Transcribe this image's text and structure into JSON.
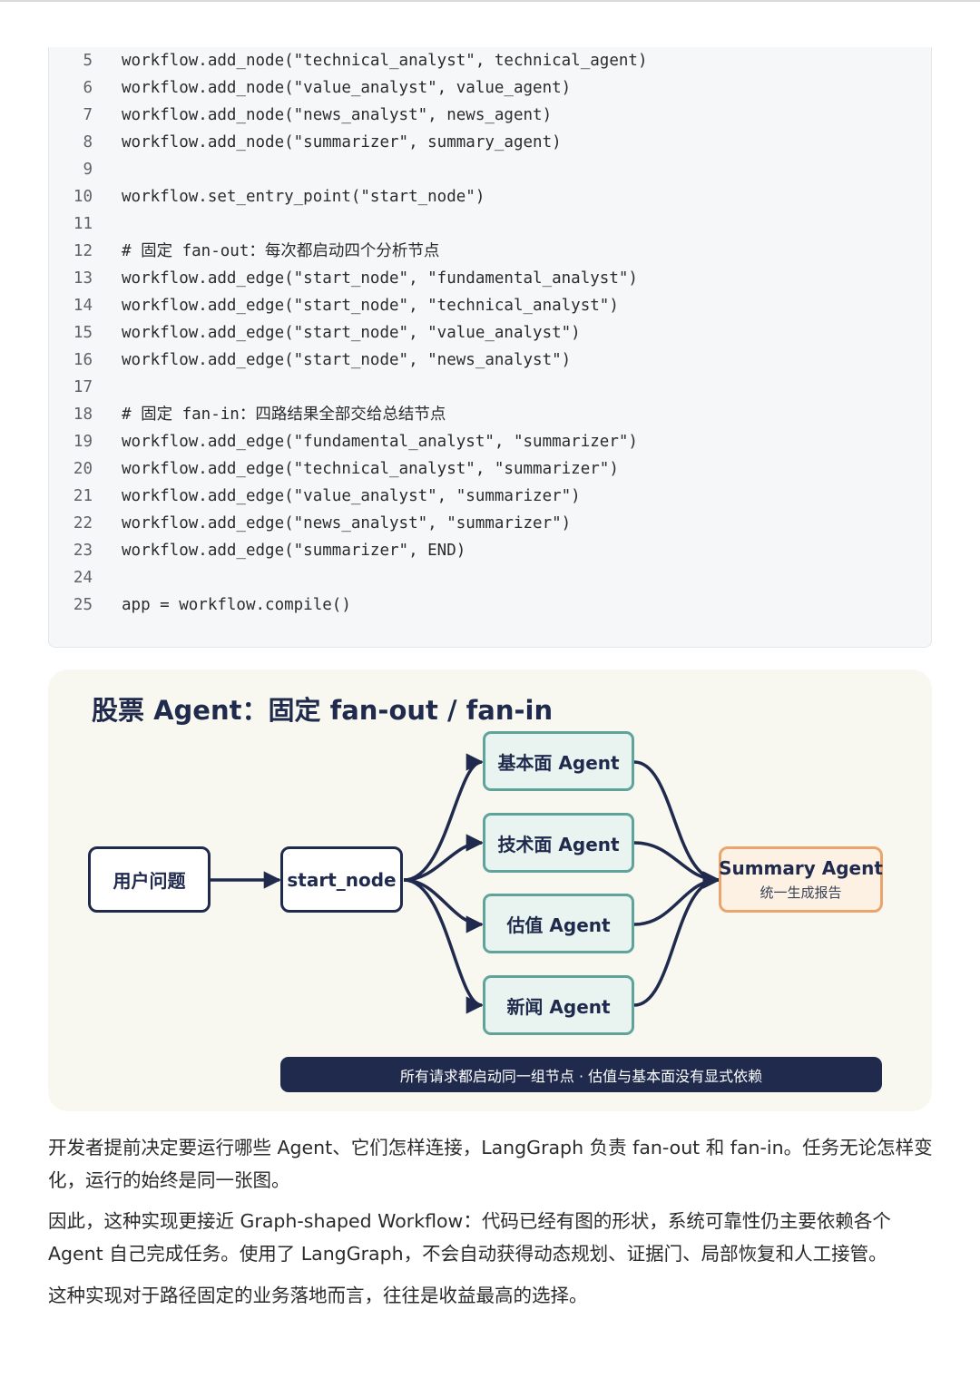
{
  "code": {
    "lines": [
      {
        "n": "5",
        "text": "workflow.add_node(\"technical_analyst\", technical_agent)"
      },
      {
        "n": "6",
        "text": "workflow.add_node(\"value_analyst\", value_agent)"
      },
      {
        "n": "7",
        "text": "workflow.add_node(\"news_analyst\", news_agent)"
      },
      {
        "n": "8",
        "text": "workflow.add_node(\"summarizer\", summary_agent)"
      },
      {
        "n": "9",
        "text": ""
      },
      {
        "n": "10",
        "text": "workflow.set_entry_point(\"start_node\")"
      },
      {
        "n": "11",
        "text": ""
      },
      {
        "n": "12",
        "text": "# 固定 fan-out：每次都启动四个分析节点"
      },
      {
        "n": "13",
        "text": "workflow.add_edge(\"start_node\", \"fundamental_analyst\")"
      },
      {
        "n": "14",
        "text": "workflow.add_edge(\"start_node\", \"technical_analyst\")"
      },
      {
        "n": "15",
        "text": "workflow.add_edge(\"start_node\", \"value_analyst\")"
      },
      {
        "n": "16",
        "text": "workflow.add_edge(\"start_node\", \"news_analyst\")"
      },
      {
        "n": "17",
        "text": ""
      },
      {
        "n": "18",
        "text": "# 固定 fan-in：四路结果全部交给总结节点"
      },
      {
        "n": "19",
        "text": "workflow.add_edge(\"fundamental_analyst\", \"summarizer\")"
      },
      {
        "n": "20",
        "text": "workflow.add_edge(\"technical_analyst\", \"summarizer\")"
      },
      {
        "n": "21",
        "text": "workflow.add_edge(\"value_analyst\", \"summarizer\")"
      },
      {
        "n": "22",
        "text": "workflow.add_edge(\"news_analyst\", \"summarizer\")"
      },
      {
        "n": "23",
        "text": "workflow.add_edge(\"summarizer\", END)"
      },
      {
        "n": "24",
        "text": ""
      },
      {
        "n": "25",
        "text": "app = workflow.compile()"
      }
    ]
  },
  "diagram": {
    "title": "股票 Agent：固定 fan-out / fan-in",
    "nodes": {
      "user": "用户问题",
      "start": "start_node",
      "fundamental": "基本面 Agent",
      "technical": "技术面 Agent",
      "value": "估值 Agent",
      "news": "新闻 Agent",
      "summary": "Summary Agent",
      "summary_sub": "统一生成报告"
    },
    "banner": "所有请求都启动同一组节点 · 估值与基本面没有显式依赖",
    "colors": {
      "navy": "#1f2a4d",
      "teal": "#5fa49b",
      "teal_fill": "#e9f4f1",
      "orange": "#e9a56d",
      "orange_fill": "#fdf1e4",
      "panel": "#f8f8f0"
    }
  },
  "paragraphs": [
    "开发者提前决定要运行哪些 Agent、它们怎样连接，LangGraph 负责 fan-out 和 fan-in。任务无论怎样变化，运行的始终是同一张图。",
    "因此，这种实现更接近 Graph-shaped Workflow：代码已经有图的形状，系统可靠性仍主要依赖各个 Agent 自己完成任务。使用了 LangGraph，不会自动获得动态规划、证据门、局部恢复和人工接管。",
    "这种实现对于路径固定的业务落地而言，往往是收益最高的选择。"
  ]
}
